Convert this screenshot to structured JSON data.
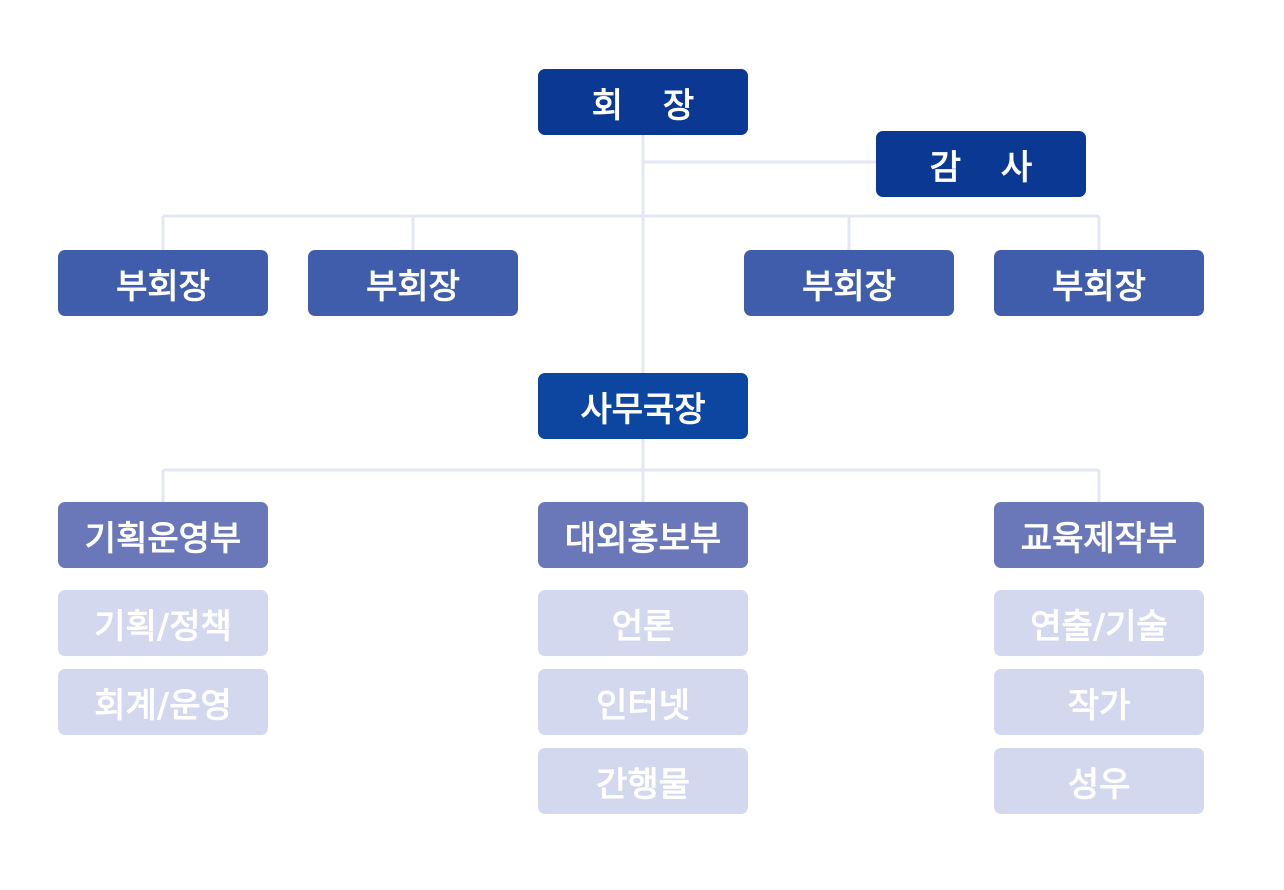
{
  "chart_data": {
    "type": "org-chart",
    "president": "회 장",
    "auditor": "감 사",
    "vice_presidents": [
      "부회장",
      "부회장",
      "부회장",
      "부회장"
    ],
    "secretary_general": "사무국장",
    "departments": [
      {
        "name": "기획운영부",
        "teams": [
          "기획/정책",
          "회계/운영"
        ]
      },
      {
        "name": "대외홍보부",
        "teams": [
          "언론",
          "인터넷",
          "간행물"
        ]
      },
      {
        "name": "교육제작부",
        "teams": [
          "연출/기술",
          "작가",
          "성우"
        ]
      }
    ]
  },
  "colors": {
    "top": "#0a3893",
    "vice_president": "#3f5daa",
    "department": "#6a78b9",
    "team": "#d4d8ee",
    "connector": "#e3e7f3"
  }
}
